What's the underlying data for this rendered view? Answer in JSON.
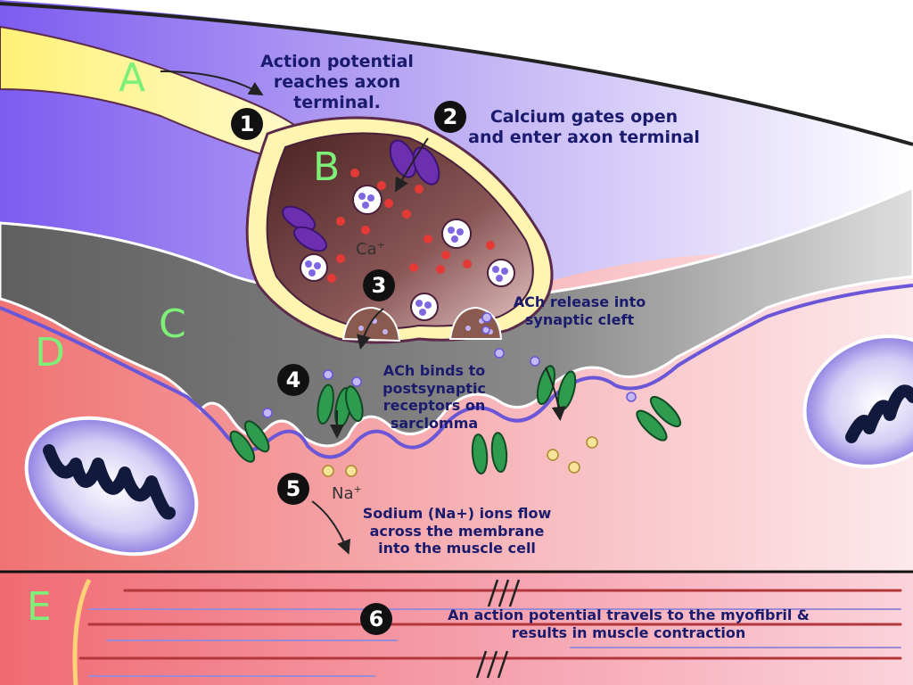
{
  "colors": {
    "axon_yellow": "#fff27a",
    "terminal_brown": "#6b3b3a",
    "synaptic_gray": "#737373",
    "muscle_pink": "#f07a7a",
    "channel_purple": "#6b2fb0",
    "receptor_green": "#2e9b4e",
    "calcium_red": "#e53935",
    "text_navy": "#1b1b6e",
    "label_green": "#7ef07a"
  },
  "regions": {
    "a": "A",
    "b": "B",
    "c": "C",
    "d": "D",
    "e": "E"
  },
  "steps": [
    {
      "number": "1",
      "text": "Action potential\nreaches axon\nterminal."
    },
    {
      "number": "2",
      "text": "Calcium gates open\nand enter axon terminal"
    },
    {
      "number": "3",
      "text": "ACh release into\nsynaptic cleft"
    },
    {
      "number": "4",
      "text": "ACh binds to\npostsynaptic\nreceptors on\nsarclomma"
    },
    {
      "number": "5",
      "text": "Sodium (Na+) ions flow\nacross the membrane\ninto the muscle cell"
    },
    {
      "number": "6",
      "text": "An action potential travels to the myofibril &\nresults in muscle contraction"
    }
  ],
  "ions": {
    "calcium": "Ca",
    "calcium_charge": "+",
    "sodium": "Na",
    "sodium_charge": "+"
  }
}
